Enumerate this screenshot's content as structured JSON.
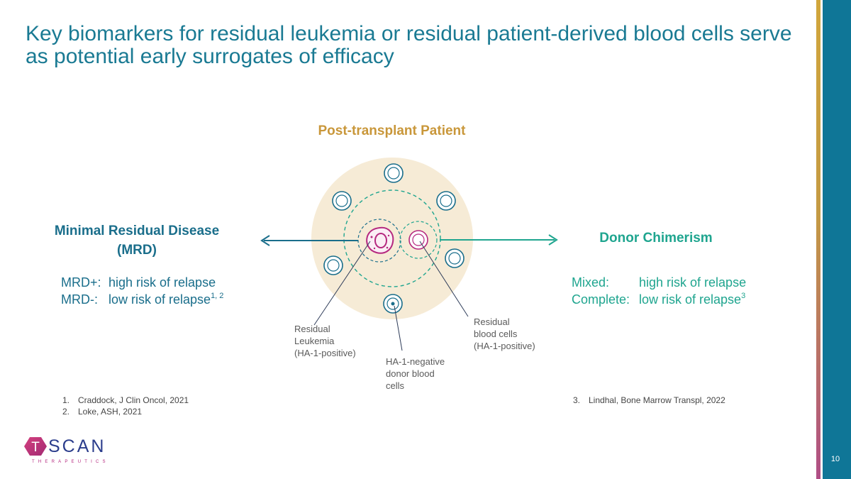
{
  "title": "Key biomarkers for residual leukemia or residual patient-derived blood cells serve as potential early surrogates of efficacy",
  "diagram": {
    "center_title": "Post-transplant Patient",
    "mrd": {
      "title_line1": "Minimal Residual Disease",
      "title_line2": "(MRD)",
      "rows": [
        {
          "key": "MRD+:",
          "value": "high risk of relapse",
          "sup": ""
        },
        {
          "key": "MRD-:",
          "value": "low risk of relapse",
          "sup": "1, 2"
        }
      ]
    },
    "donor": {
      "title": "Donor Chimerism",
      "rows": [
        {
          "key": "Mixed:",
          "value": "high risk of relapse",
          "sup": ""
        },
        {
          "key": "Complete:",
          "value": "low risk of relapse",
          "sup": "3"
        }
      ]
    },
    "labels": {
      "residual_leukemia": [
        "Residual",
        "Leukemia",
        "(HA-1-positive)"
      ],
      "residual_blood": [
        "Residual",
        "blood cells",
        "(HA-1-positive)"
      ],
      "donor_cells": [
        "HA-1-negative",
        "donor blood",
        "cells"
      ]
    }
  },
  "references_left": [
    {
      "num": "1.",
      "text": "Craddock, J Clin Oncol, 2021"
    },
    {
      "num": "2.",
      "text": "Loke, ASH, 2021"
    }
  ],
  "references_right": [
    {
      "num": "3.",
      "text": "Lindhal, Bone Marrow Transpl, 2022"
    }
  ],
  "logo": {
    "letter": "T",
    "word": "SCAN",
    "tagline": "THERAPEUTICS"
  },
  "page_number": "10",
  "colors": {
    "title": "#1a7a93",
    "accent_gold": "#c9973a",
    "mrd_blue": "#1a6e8b",
    "donor_green": "#1fa58f",
    "leukemia_magenta": "#b5287f",
    "circle_fill": "#f6ebd6",
    "sidebar": "#0f7697"
  }
}
